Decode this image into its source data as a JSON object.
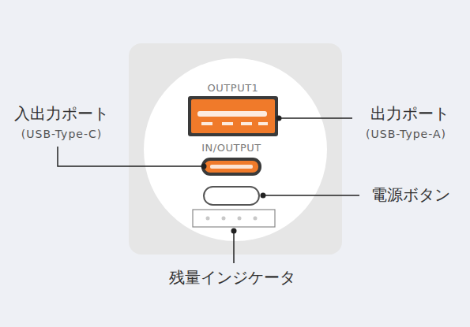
{
  "diagram": {
    "labels": [
      "OUTPUT1",
      "IN/OUTPUT",
      "入出力ポート",
      "(USB-Type-C)",
      "出力ポート",
      "(USB-Type-A)",
      "電源ボタン",
      "残量インジケータ"
    ]
  }
}
